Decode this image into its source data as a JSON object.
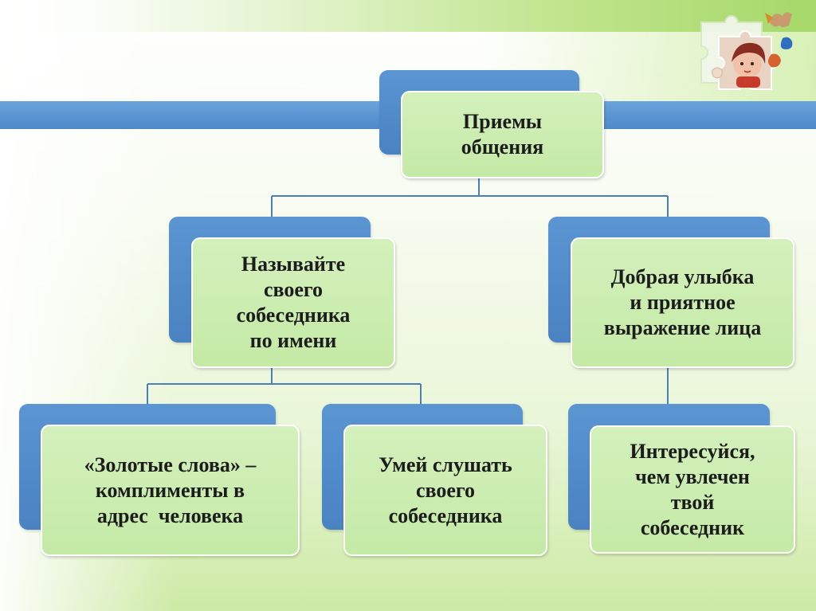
{
  "theme": {
    "box_fill": "#c8ebab",
    "box_back": "#4f89c8",
    "band": "#4f89c8",
    "connector": "#4a7fb8",
    "text": "#1c1c1c"
  },
  "decoration": {
    "icon": "puzzle-pieces-with-photo"
  },
  "diagram": {
    "root": {
      "lines": [
        "Приемы",
        "общения"
      ]
    },
    "level1_left": {
      "lines": [
        "Называйте",
        "своего",
        "собеседника",
        "по имени"
      ]
    },
    "level1_right": {
      "lines": [
        "Добрая улыбка",
        "и приятное",
        "выражение лица"
      ]
    },
    "leaf_golden_words": {
      "lines": [
        "«Золотые слова» –",
        "комплименты в",
        "адрес  человека"
      ]
    },
    "leaf_listen": {
      "lines": [
        "Умей слушать",
        "своего",
        "собеседника"
      ]
    },
    "leaf_interest": {
      "lines": [
        "Интересуйся,",
        "чем увлечен",
        "твой",
        "собеседник"
      ]
    }
  }
}
